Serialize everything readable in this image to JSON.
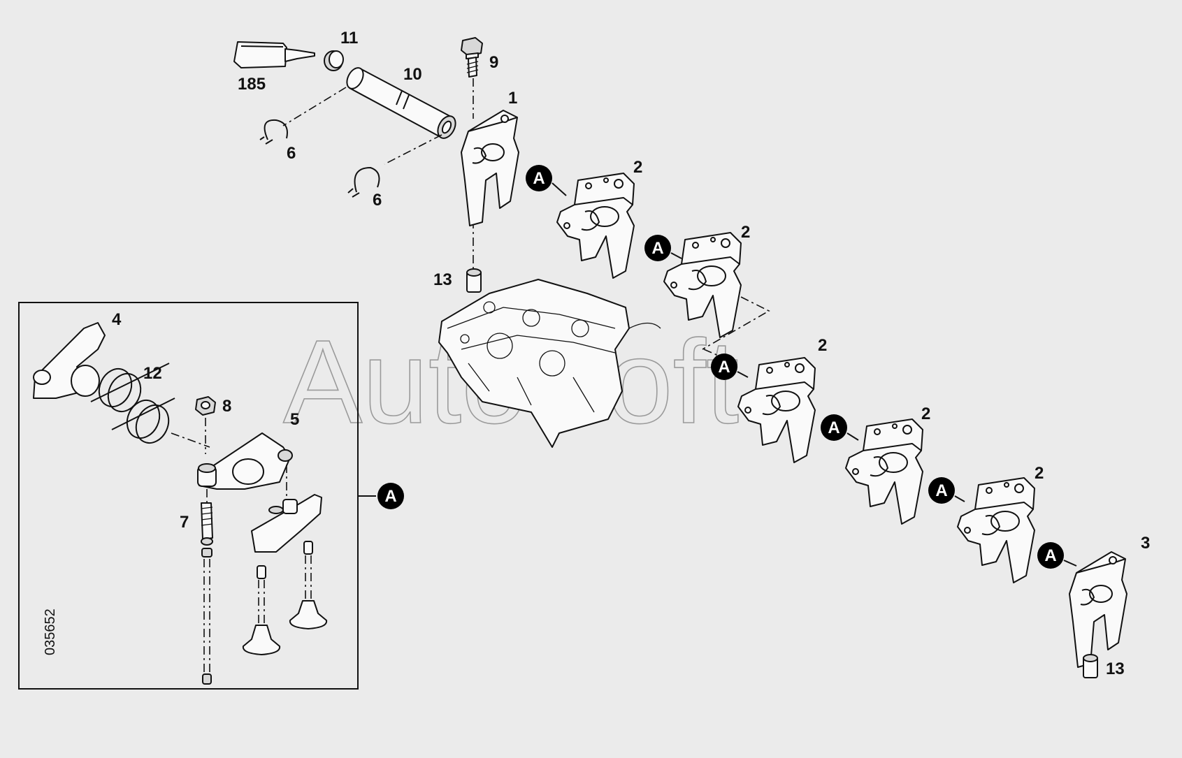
{
  "labels": {
    "p1": "1",
    "p2": "2",
    "p3": "3",
    "p4": "4",
    "p5": "5",
    "p6": "6",
    "p7": "7",
    "p8": "8",
    "p9": "9",
    "p10": "10",
    "p11": "11",
    "p12": "12",
    "p13": "13",
    "p185": "185"
  },
  "callout": "A",
  "drawing_number": "035652",
  "watermark": "AutoSoft"
}
